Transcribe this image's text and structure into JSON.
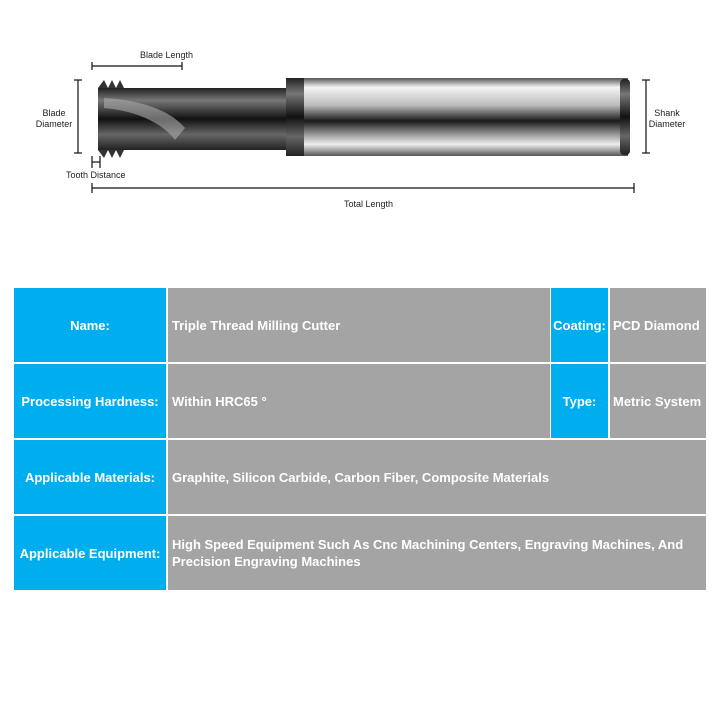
{
  "diagram": {
    "blade_length": "Blade Length",
    "blade_diameter": "Blade Diameter",
    "tooth_distance": "Tooth Distance",
    "total_length": "Total Length",
    "shank_diameter": "Shank Diameter"
  },
  "specs": {
    "name_label": "Name:",
    "name_value": "Triple Thread Milling Cutter",
    "coating_label": "Coating:",
    "coating_value": "PCD Diamond",
    "hardness_label": "Processing Hardness:",
    "hardness_value": "Within HRC65 °",
    "type_label": "Type:",
    "type_value": "Metric System",
    "materials_label": "Applicable Materials:",
    "materials_value": "Graphite, Silicon Carbide, Carbon Fiber, Composite Materials",
    "equipment_label": "Applicable Equipment:",
    "equipment_value": "High Speed Equipment Such As Cnc Machining Centers, Engraving Machines, And Precision Engraving Machines"
  },
  "colors": {
    "key": "#00aeef",
    "value": "#a4a4a4"
  }
}
